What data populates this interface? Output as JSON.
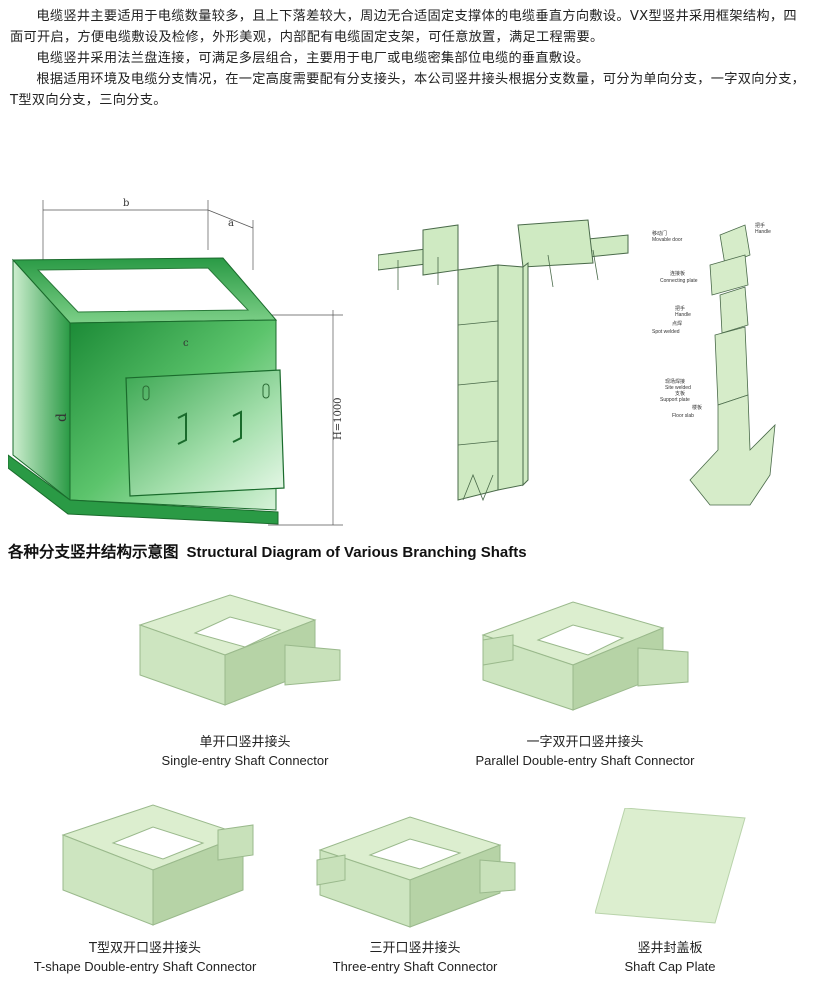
{
  "intro": {
    "p1": "电缆竖井主要适用于电缆数量较多，且上下落差较大，周边无合适固定支撑体的电缆垂直方向敷设。VX型竖井采用框架结构，四面可开启，方便电缆敷设及检修，外形美观，内部配有电缆固定支架，可任意放置，满足工程需要。",
    "p2": "电缆竖井采用法兰盘连接，可满足多层组合，主要用于电厂或电缆密集部位电缆的垂直敷设。",
    "p3": "根据适用环境及电缆分支情况，在一定高度需要配有分支接头，本公司竖井接头根据分支数量，可分为单向分支，一字双向分支，T型双向分支，三向分支。"
  },
  "diagram": {
    "dim_b": "b",
    "dim_a": "a",
    "dim_c": "c",
    "dim_d": "d",
    "dim_h": "H=1000"
  },
  "assembly_labels": {
    "handle": "把手",
    "handle_en": "Handle",
    "movable_door": "移动门",
    "movable_door_en": "Movable door",
    "connecting_plate": "连接板",
    "connecting_plate_en": "Connecting plate",
    "handle2": "把手",
    "handle2_en": "Handle",
    "spot_welded": "点焊",
    "spot_welded_en": "Spot welded",
    "site_welded": "现场焊接",
    "site_welded_en": "Site welded",
    "support_plate": "支板",
    "support_plate_en": "Support plate",
    "floor_slab": "楼板",
    "floor_slab_en": "Floor slab"
  },
  "section_title": {
    "zh": "各种分支竖井结构示意图",
    "en": "Structural Diagram of Various Branching Shafts"
  },
  "products": [
    {
      "zh": "单开口竖井接头",
      "en": "Single-entry Shaft Connector"
    },
    {
      "zh": "一字双开口竖井接头",
      "en": "Parallel Double-entry Shaft Connector"
    },
    {
      "zh": "T型双开口竖井接头",
      "en": "T-shape Double-entry Shaft Connector"
    },
    {
      "zh": "三开口竖井接头",
      "en": "Three-entry Shaft Connector"
    },
    {
      "zh": "竖井封盖板",
      "en": "Shaft Cap Plate"
    }
  ],
  "colors": {
    "green_dark": "#1f8a3a",
    "green_mid": "#4cb25e",
    "green_light": "#bfe8c4",
    "pale_green": "#dceecf",
    "pale_green_dark": "#b6d3a6"
  }
}
